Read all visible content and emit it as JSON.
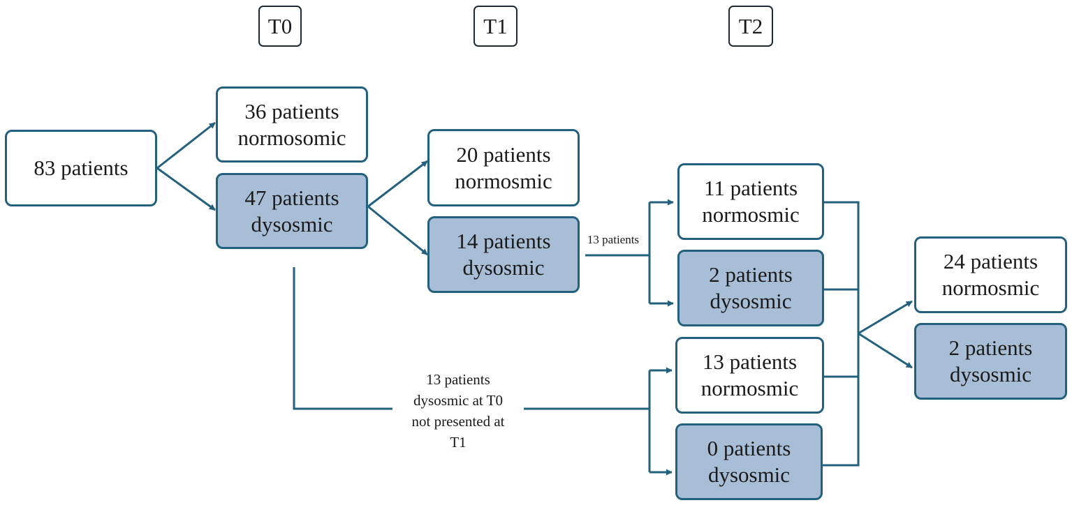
{
  "timepoints": {
    "t0": "T0",
    "t1": "T1",
    "t2": "T2"
  },
  "nodes": {
    "root": {
      "line1": "83 patients"
    },
    "t0_normosomic": {
      "line1": "36 patients",
      "line2": "normosomic"
    },
    "t0_dysosmic": {
      "line1": "47 patients",
      "line2": "dysosmic"
    },
    "t1_normosmic": {
      "line1": "20 patients",
      "line2": "normosmic"
    },
    "t1_dysosmic": {
      "line1": "14 patients",
      "line2": "dysosmic"
    },
    "t2a_normosmic": {
      "line1": "11 patients",
      "line2": "normosmic"
    },
    "t2a_dysosmic": {
      "line1": "2 patients",
      "line2": "dysosmic"
    },
    "t2b_normosmic": {
      "line1": "13 patients",
      "line2": "normosmic"
    },
    "t2b_dysosmic": {
      "line1": "0 patients",
      "line2": "dysosmic"
    },
    "final_normosmic": {
      "line1": "24 patients",
      "line2": "normosmic"
    },
    "final_dysosmic": {
      "line1": "2 patients",
      "line2": "dysosmic"
    }
  },
  "edge_labels": {
    "t1_to_t2": "13 patients",
    "t0_skip_t1": [
      "13 patients",
      "dysosmic at T0",
      "not presented at",
      "T1"
    ]
  },
  "colors": {
    "border": "#23607e",
    "dysosmic_fill": "#a8bdd6",
    "normal_fill": "#ffffff"
  }
}
